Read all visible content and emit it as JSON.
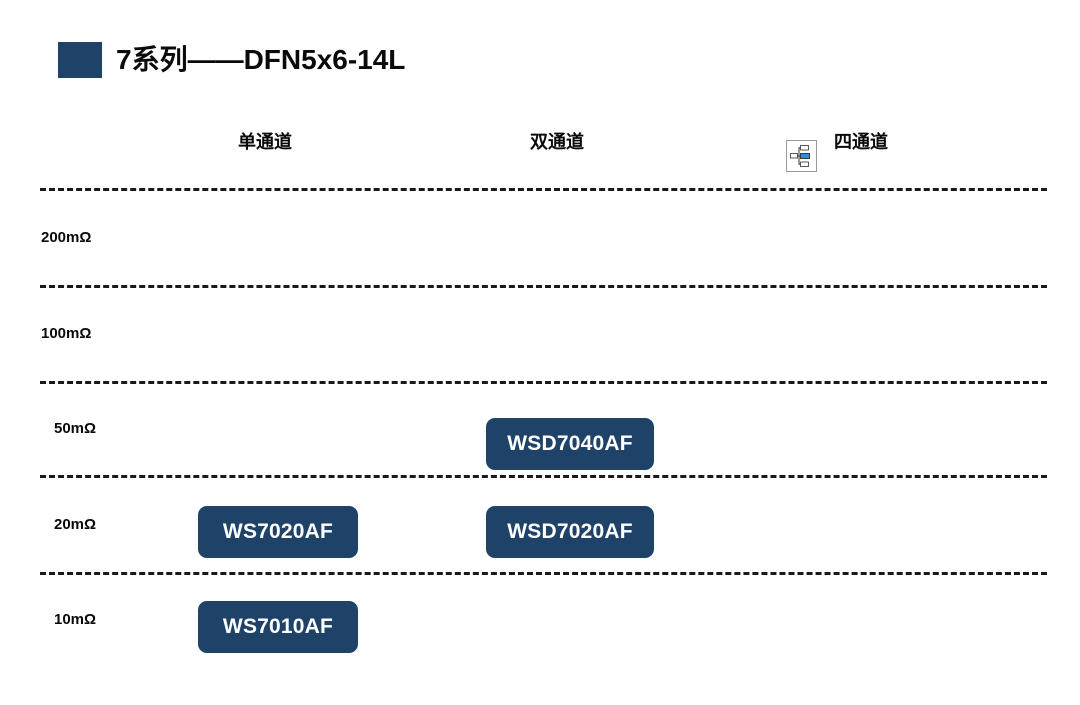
{
  "title": {
    "text": "7系列——DFN5x6-14L",
    "swatch_color": "#1F4368"
  },
  "theme": {
    "background": "#ffffff",
    "accent": "#1F4368",
    "rule_color": "#1a1a1a",
    "text_color": "#0a0a0a",
    "chip_text_color": "#ffffff"
  },
  "columns": [
    {
      "key": "single",
      "label": "单通道",
      "icon": null
    },
    {
      "key": "dual",
      "label": "双通道",
      "icon": null
    },
    {
      "key": "quad",
      "label": "四通道",
      "icon": "hierarchy-chart-icon"
    }
  ],
  "rows": [
    {
      "label": "200mΩ",
      "single": null,
      "dual": null,
      "quad": null
    },
    {
      "label": "100mΩ",
      "single": null,
      "dual": null,
      "quad": null
    },
    {
      "label": "50mΩ",
      "single": null,
      "dual": "WSD7040AF",
      "quad": null
    },
    {
      "label": "20mΩ",
      "single": "WS7020AF",
      "dual": "WSD7020AF",
      "quad": null
    },
    {
      "label": "10mΩ",
      "single": "WS7010AF",
      "dual": null,
      "quad": null
    }
  ],
  "chips": [
    {
      "name": "WSD7040AF",
      "column": "dual",
      "row": "50mΩ"
    },
    {
      "name": "WS7020AF",
      "column": "single",
      "row": "20mΩ"
    },
    {
      "name": "WSD7020AF",
      "column": "dual",
      "row": "20mΩ"
    },
    {
      "name": "WS7010AF",
      "column": "single",
      "row": "10mΩ"
    }
  ]
}
